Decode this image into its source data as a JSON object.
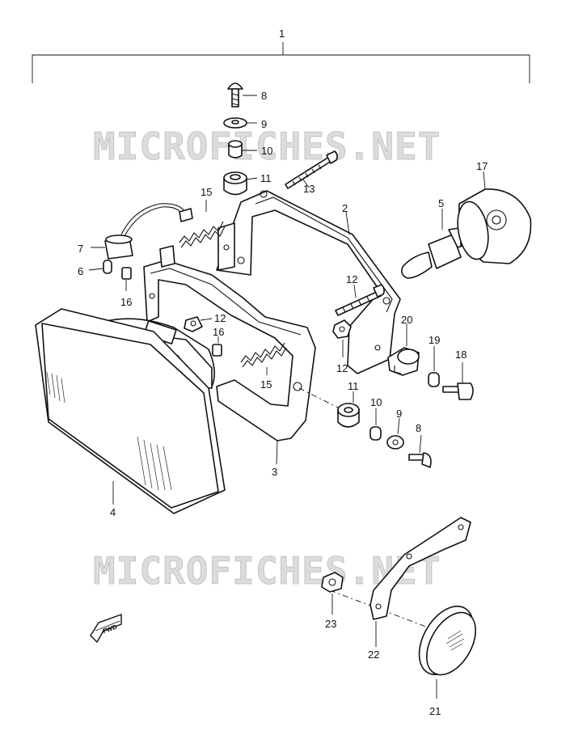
{
  "watermark": {
    "text": "MICROFICHES.NET",
    "fill": "#dcdcdc"
  },
  "direction_mark": "FWD",
  "callouts": {
    "c1": "1",
    "c2": "2",
    "c3": "3",
    "c4": "4",
    "c5": "5",
    "c6": "6",
    "c7": "7",
    "c8a": "8",
    "c8b": "8",
    "c9a": "9",
    "c9b": "9",
    "c10a": "10",
    "c10b": "10",
    "c11a": "11",
    "c11b": "11",
    "c12a": "12",
    "c12b": "12",
    "c12c": "12",
    "c13": "13",
    "c15a": "15",
    "c15b": "15",
    "c16a": "16",
    "c16b": "16",
    "c17": "17",
    "c18": "18",
    "c19": "19",
    "c20": "20",
    "c21": "21",
    "c22": "22",
    "c23": "23"
  }
}
